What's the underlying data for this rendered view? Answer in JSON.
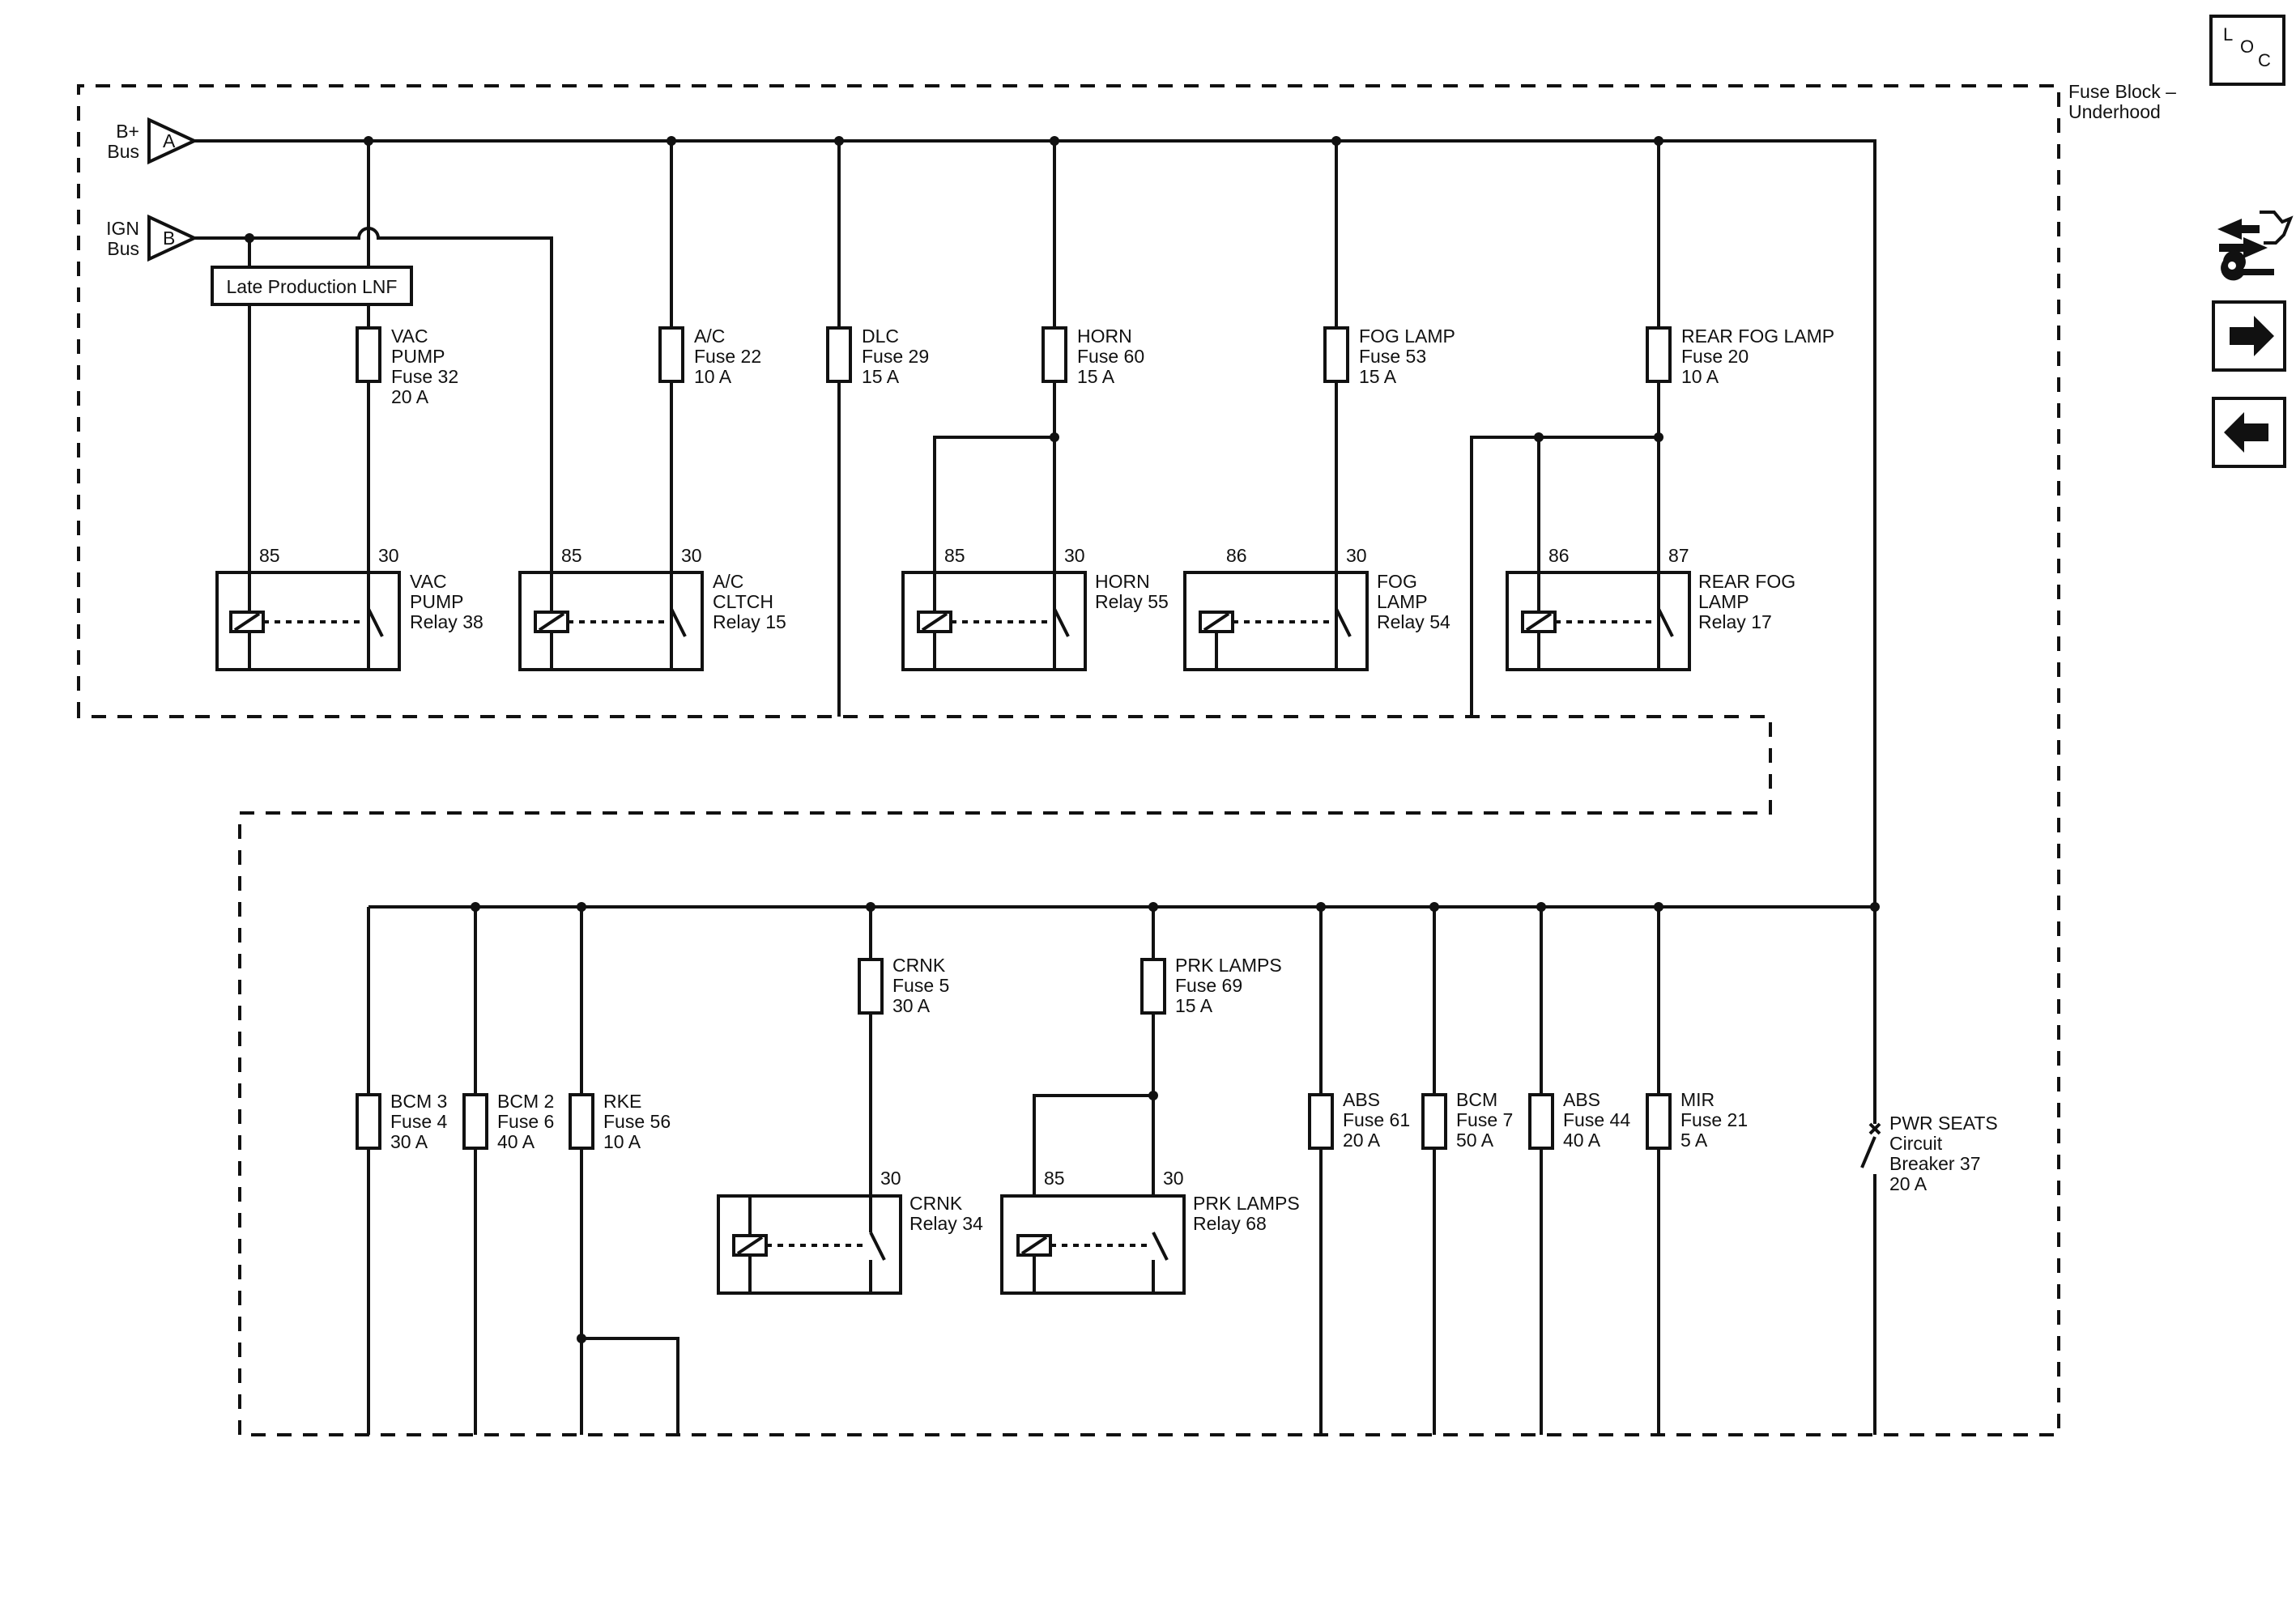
{
  "sidebar": {
    "loc_label": "LOC",
    "loc_letters": [
      "L",
      "O",
      "C"
    ],
    "icons": [
      "loc-icon",
      "wiring-service-icon",
      "arrow-right-icon",
      "arrow-left-icon"
    ]
  },
  "fuse_block": {
    "label_lines": [
      "Fuse Block –",
      "Underhood"
    ]
  },
  "buses": [
    {
      "id": "A",
      "lines": [
        "B+",
        "Bus"
      ]
    },
    {
      "id": "B",
      "lines": [
        "IGN",
        "Bus"
      ]
    }
  ],
  "late_production_label": "Late Production LNF",
  "top_fuses": [
    {
      "lines": [
        "VAC",
        "PUMP",
        "Fuse 32",
        "20 A"
      ]
    },
    {
      "lines": [
        "A/C",
        "Fuse 22",
        "10 A"
      ]
    },
    {
      "lines": [
        "DLC",
        "Fuse 29",
        "15 A"
      ]
    },
    {
      "lines": [
        "HORN",
        "Fuse 60",
        "15 A"
      ]
    },
    {
      "lines": [
        "FOG LAMP",
        "Fuse 53",
        "15 A"
      ]
    },
    {
      "lines": [
        "REAR FOG LAMP",
        "Fuse 20",
        "10 A"
      ]
    }
  ],
  "top_relays": [
    {
      "pins": [
        "85",
        "30"
      ],
      "lines": [
        "VAC",
        "PUMP",
        "Relay 38"
      ]
    },
    {
      "pins": [
        "85",
        "30"
      ],
      "lines": [
        "A/C",
        "CLTCH",
        "Relay 15"
      ]
    },
    {
      "pins": [
        "85",
        "30"
      ],
      "lines": [
        "HORN",
        "Relay 55"
      ]
    },
    {
      "pins": [
        "86",
        "30"
      ],
      "lines": [
        "FOG",
        "LAMP",
        "Relay 54"
      ]
    },
    {
      "pins": [
        "86",
        "87"
      ],
      "lines": [
        "REAR FOG",
        "LAMP",
        "Relay 17"
      ]
    }
  ],
  "bottom_fuses": [
    {
      "lines": [
        "CRNK",
        "Fuse 5",
        "30 A"
      ]
    },
    {
      "lines": [
        "PRK LAMPS",
        "Fuse 69",
        "15 A"
      ]
    },
    {
      "lines": [
        "BCM 3",
        "Fuse 4",
        "30 A"
      ]
    },
    {
      "lines": [
        "BCM 2",
        "Fuse 6",
        "40 A"
      ]
    },
    {
      "lines": [
        "RKE",
        "Fuse 56",
        "10 A"
      ]
    },
    {
      "lines": [
        "ABS",
        "Fuse 61",
        "20 A"
      ]
    },
    {
      "lines": [
        "BCM",
        "Fuse 7",
        "50 A"
      ]
    },
    {
      "lines": [
        "ABS",
        "Fuse 44",
        "40 A"
      ]
    },
    {
      "lines": [
        "MIR",
        "Fuse 21",
        "5 A"
      ]
    }
  ],
  "bottom_relays": [
    {
      "pins": [
        "30"
      ],
      "lines": [
        "CRNK",
        "Relay 34"
      ]
    },
    {
      "pins": [
        "85",
        "30"
      ],
      "lines": [
        "PRK LAMPS",
        "Relay 68"
      ]
    }
  ],
  "circuit_breaker": {
    "lines": [
      "PWR SEATS",
      "Circuit",
      "Breaker 37",
      "20 A"
    ]
  }
}
